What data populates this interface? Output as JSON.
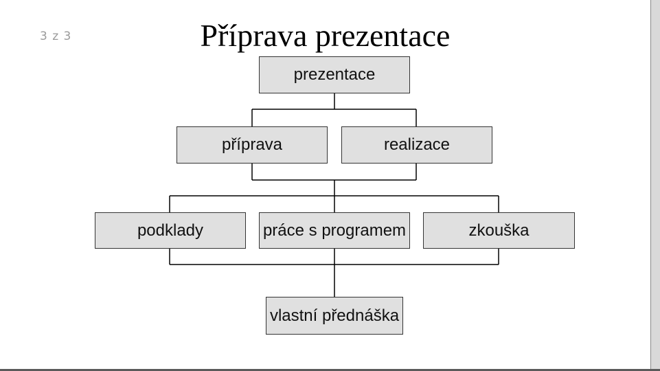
{
  "slide": {
    "page_counter": "3 z 3",
    "title": "Příprava prezentace"
  },
  "diagram": {
    "root": "prezentace",
    "level1": [
      "příprava",
      "realizace"
    ],
    "level2": [
      "podklady",
      "práce s programem",
      "zkouška"
    ],
    "final": "vlastní přednáška"
  },
  "colors": {
    "box_fill": "#e0e0e0",
    "box_border": "#333333",
    "connector": "#000000",
    "page_counter": "#9a9a9a"
  }
}
